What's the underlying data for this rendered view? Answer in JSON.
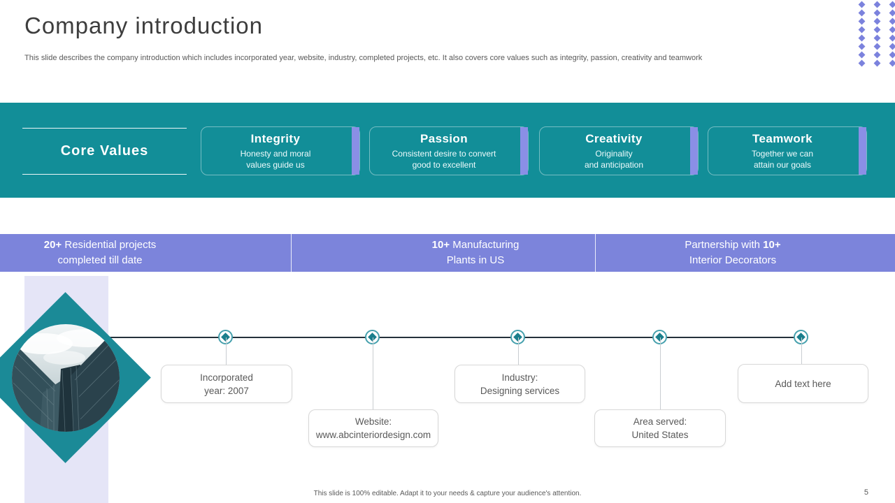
{
  "slide": {
    "title": "Company introduction",
    "subtitle": "This slide describes the company introduction which includes incorporated year, website, industry, completed projects, etc. It also covers core values such as integrity, passion, creativity and teamwork",
    "footer_note": "This slide is 100% editable. Adapt it to your needs & capture your audience's attention.",
    "page_number": "5"
  },
  "colors": {
    "teal_band": "#128e98",
    "diamond_teal": "#1b8a97",
    "stats_purple": "#7c84db",
    "card_bar_purple": "#8a8fe6",
    "dot_purple": "#7b82dd",
    "lavender_strip": "#e5e5f7"
  },
  "decor": {
    "dots": {
      "rows": 8,
      "cols": 3
    }
  },
  "core_values": {
    "heading": "Core Values",
    "cards": [
      {
        "title": "Integrity",
        "desc": "Honesty and moral\nvalues guide us"
      },
      {
        "title": "Passion",
        "desc": "Consistent desire to convert\ngood to excellent"
      },
      {
        "title": "Creativity",
        "desc": "Originality\nand anticipation"
      },
      {
        "title": "Teamwork",
        "desc": "Together we can\nattain our goals"
      }
    ]
  },
  "stats": [
    {
      "value": "20+",
      "label_line1": "Residential projects",
      "label_line2": "completed till date"
    },
    {
      "value": "10+",
      "label_line1": "Manufacturing",
      "label_line2": "Plants in US"
    },
    {
      "prefix": "Partnership with",
      "value": "10+",
      "label_line2": "Interior Decorators"
    }
  ],
  "timeline": {
    "items": [
      {
        "line1": "Incorporated",
        "line2": "year: 2007"
      },
      {
        "line1": "Website:",
        "line2": "www.abcinteriordesign.com"
      },
      {
        "line1": "Industry:",
        "line2": "Designing services"
      },
      {
        "line1": "Area served:",
        "line2": "United States"
      },
      {
        "line1": "Add text here",
        "line2": ""
      }
    ]
  }
}
